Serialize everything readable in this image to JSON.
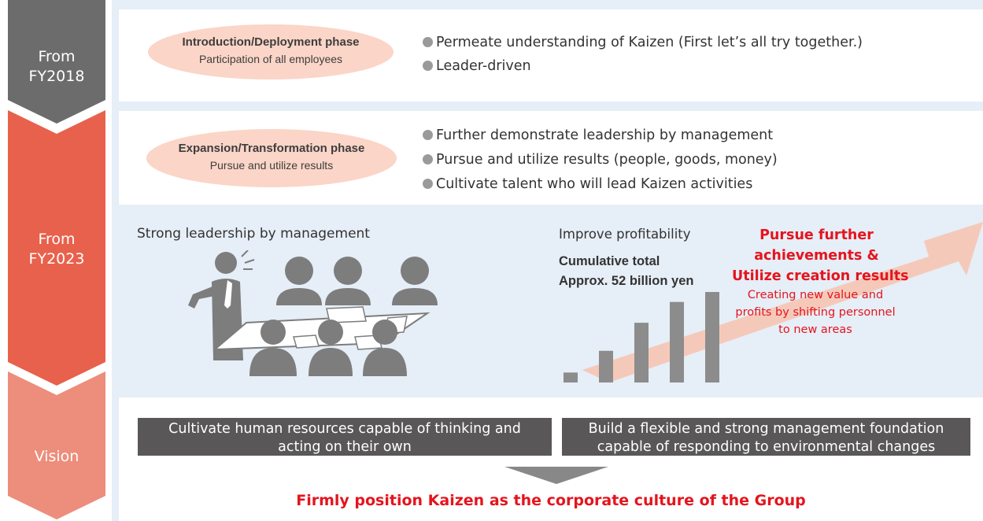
{
  "stages": [
    {
      "label_line1": "From",
      "label_line2": "FY2018",
      "color": "#6d6c6c"
    },
    {
      "label_line1": "From",
      "label_line2": "FY2023",
      "color": "#e8614c"
    },
    {
      "label_line1": "Vision",
      "label_line2": "",
      "color": "#ed8d7b"
    }
  ],
  "phase1": {
    "title": "Introduction/Deployment phase",
    "subtitle": "Participation of all employees",
    "bullets": [
      "Permeate understanding of Kaizen (First let’s all try together.)",
      "Leader-driven"
    ]
  },
  "phase2": {
    "title": "Expansion/Transformation phase",
    "subtitle": "Pursue and utilize results",
    "bullets": [
      "Further demonstrate leadership by management",
      "Pursue and utilize results (people, goods, money)",
      "Cultivate talent who will lead Kaizen activities"
    ]
  },
  "leadership": {
    "heading": "Strong leadership by management"
  },
  "profit": {
    "heading": "Improve profitability",
    "total_line1": "Cumulative total",
    "total_line2": "Approx. 52 billion yen",
    "bars": [
      0.11,
      0.35,
      0.66,
      0.89,
      1.0
    ]
  },
  "pursue": {
    "title_line1": "Pursue further",
    "title_line2": "achievements &",
    "title_line3": "Utilize creation results",
    "desc_line1": "Creating new value and",
    "desc_line2": "profits by shifting personnel",
    "desc_line3": "to new areas"
  },
  "vision": {
    "box1_line1": "Cultivate human resources capable of thinking and",
    "box1_line2": "acting on their own",
    "box2_line1": "Build a flexible and strong management foundation",
    "box2_line2": "capable of responding to environmental changes",
    "conclusion": "Firmly position Kaizen as the corporate culture of the Group"
  },
  "colors": {
    "ellipse": "#fbd5c7",
    "bar": "#8c8c8c",
    "arrow": "#f6c4b2",
    "figure": "#7d7d7d",
    "accent_red": "#e5141d",
    "dark_box": "#595757"
  }
}
